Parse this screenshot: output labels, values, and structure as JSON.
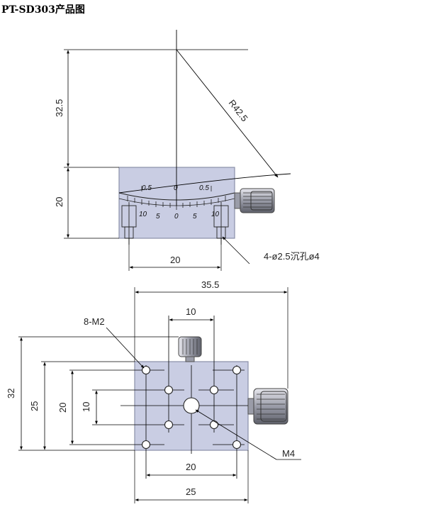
{
  "title": "PT-SD303产品图",
  "front_view": {
    "dim_height_top": "32.5",
    "dim_height_body": "20",
    "dim_radius": "R42.5",
    "dim_width": "20",
    "hole_note": "4-ø2.5沉孔ø4",
    "scale_labels": [
      "0.5",
      "0",
      "0.5",
      "10",
      "5",
      "0",
      "5",
      "10"
    ]
  },
  "top_view": {
    "dim_overall_width": "35.5",
    "dim_inner_10": "10",
    "thread_top": "8-M2",
    "dim_height_32": "32",
    "dim_height_25": "25",
    "dim_height_20": "20",
    "dim_height_10": "10",
    "thread_center": "M4",
    "dim_bottom_20": "20",
    "dim_bottom_25": "25"
  },
  "colors": {
    "body_fill": "#c9cde3",
    "body_stroke": "#8a8fa8",
    "line": "#000000"
  }
}
